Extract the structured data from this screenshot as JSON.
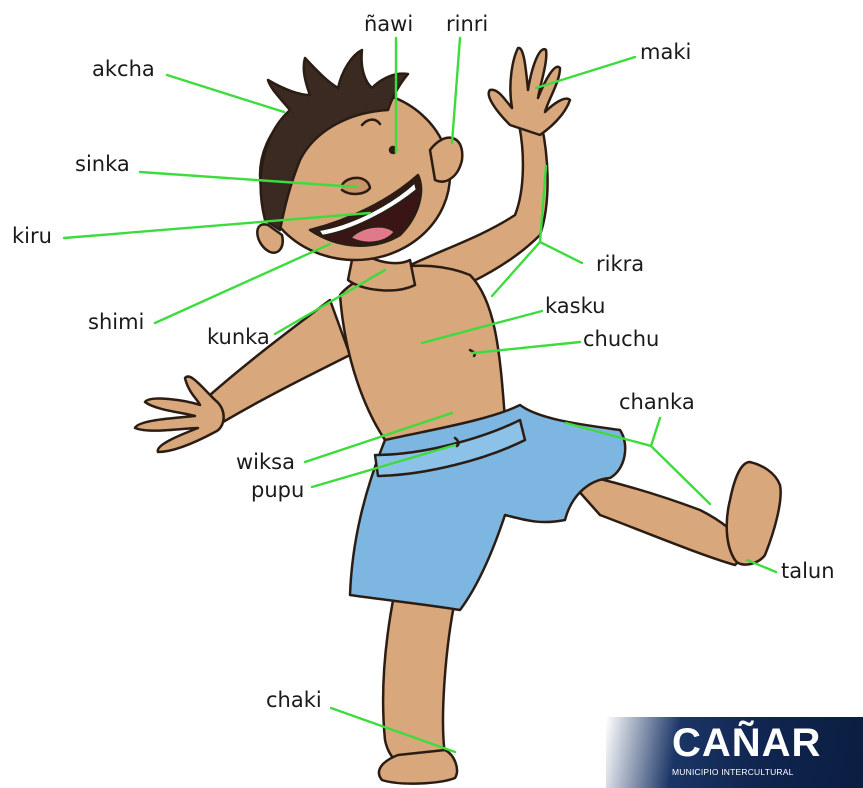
{
  "labels": {
    "akcha": "akcha",
    "nawi": "ñawi",
    "rinri": "rinri",
    "maki": "maki",
    "sinka": "sinka",
    "kiru": "kiru",
    "rikra": "rikra",
    "shimi": "shimi",
    "kunka": "kunka",
    "kasku": "kasku",
    "chuchu": "chuchu",
    "chanka": "chanka",
    "wiksa": "wiksa",
    "pupu": "pupu",
    "talun": "talun",
    "chaki": "chaki"
  },
  "logo": {
    "name": "CAÑAR",
    "subtitle": "MUNICIPIO INTERCULTURAL"
  },
  "colors": {
    "leader_line": "#3ddc3d",
    "skin": "#d9a77c",
    "shorts": "#7db6e0",
    "hair": "#3a2a22",
    "logo_bg": "#10254f"
  }
}
